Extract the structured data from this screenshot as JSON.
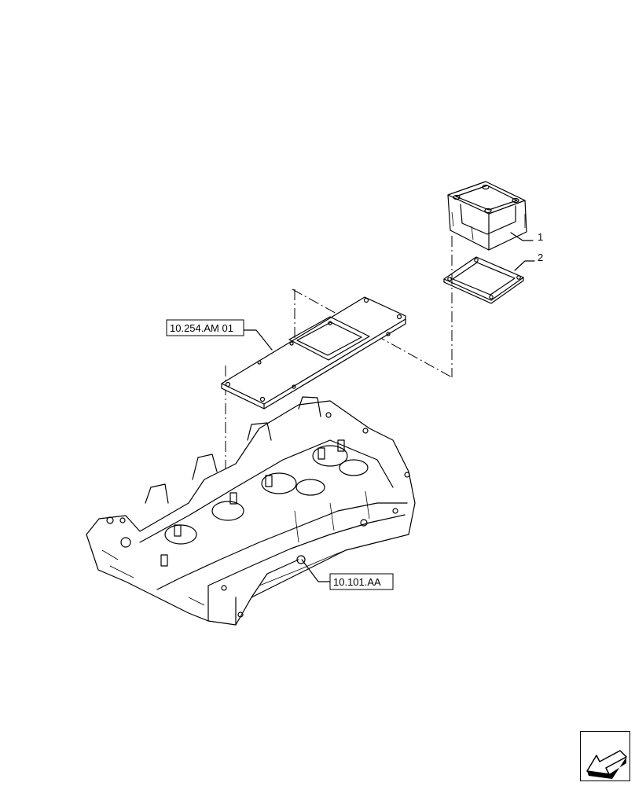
{
  "callouts": {
    "part_1": "1",
    "part_2": "2",
    "ref_cover": "10.254.AM 01",
    "ref_head": "10.101.AA"
  },
  "icons": {
    "nav": "arrow-previous-icon"
  },
  "colors": {
    "line": "#000000",
    "background": "#ffffff"
  }
}
